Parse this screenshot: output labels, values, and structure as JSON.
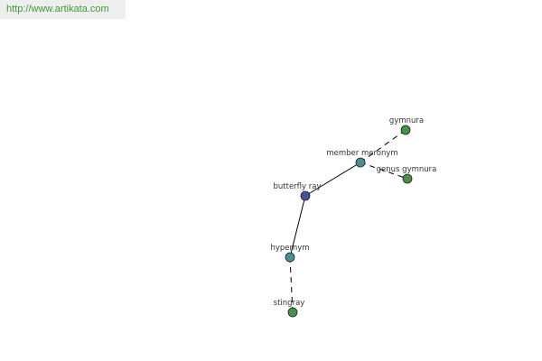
{
  "watermark": {
    "url": "http://www.artikata.com"
  },
  "colors": {
    "center_node": "#4a4f9c",
    "relation_node": "#4a9090",
    "leaf_node": "#4a8f4a",
    "node_stroke": "#202020"
  },
  "nodes": [
    {
      "id": "butterfly-ray",
      "label": "butterfly ray",
      "kind": "center"
    },
    {
      "id": "member-meronym",
      "label": "member meronym",
      "kind": "relation"
    },
    {
      "id": "hypernym",
      "label": "hypernym",
      "kind": "relation"
    },
    {
      "id": "gymnura",
      "label": "gymnura",
      "kind": "leaf"
    },
    {
      "id": "genus-gymnura",
      "label": "genus gymnura",
      "kind": "leaf"
    },
    {
      "id": "stingray",
      "label": "stingray",
      "kind": "leaf"
    }
  ],
  "edges": [
    {
      "from": "butterfly-ray",
      "to": "member-meronym",
      "style": "solid"
    },
    {
      "from": "butterfly-ray",
      "to": "hypernym",
      "style": "solid"
    },
    {
      "from": "member-meronym",
      "to": "gymnura",
      "style": "dashed"
    },
    {
      "from": "member-meronym",
      "to": "genus-gymnura",
      "style": "dashed"
    },
    {
      "from": "hypernym",
      "to": "stingray",
      "style": "dashed"
    }
  ]
}
